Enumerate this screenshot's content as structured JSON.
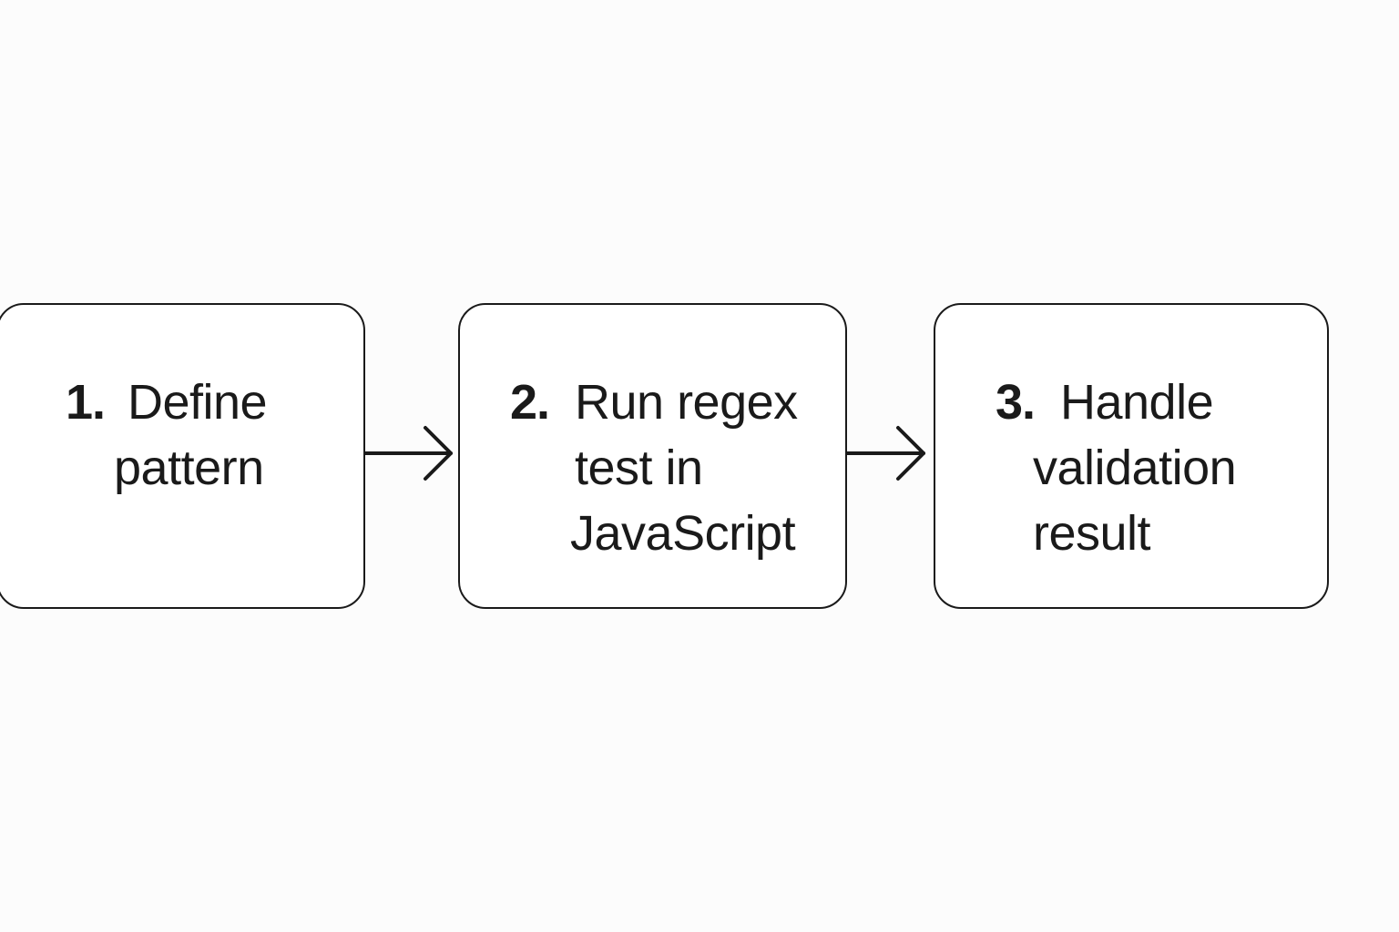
{
  "steps": [
    {
      "number": "1.",
      "lines": [
        "Define",
        "pattern"
      ]
    },
    {
      "number": "2.",
      "lines": [
        "Run regex",
        "test in",
        "JavaScript"
      ]
    },
    {
      "number": "3.",
      "lines": [
        "Handle",
        "validation",
        "result"
      ]
    }
  ],
  "colors": {
    "background": "#fcfcfc",
    "box_fill": "#ffffff",
    "stroke": "#1a1a1a",
    "text": "#1a1a1a"
  },
  "icons": {
    "connector": "right-arrow-icon"
  }
}
